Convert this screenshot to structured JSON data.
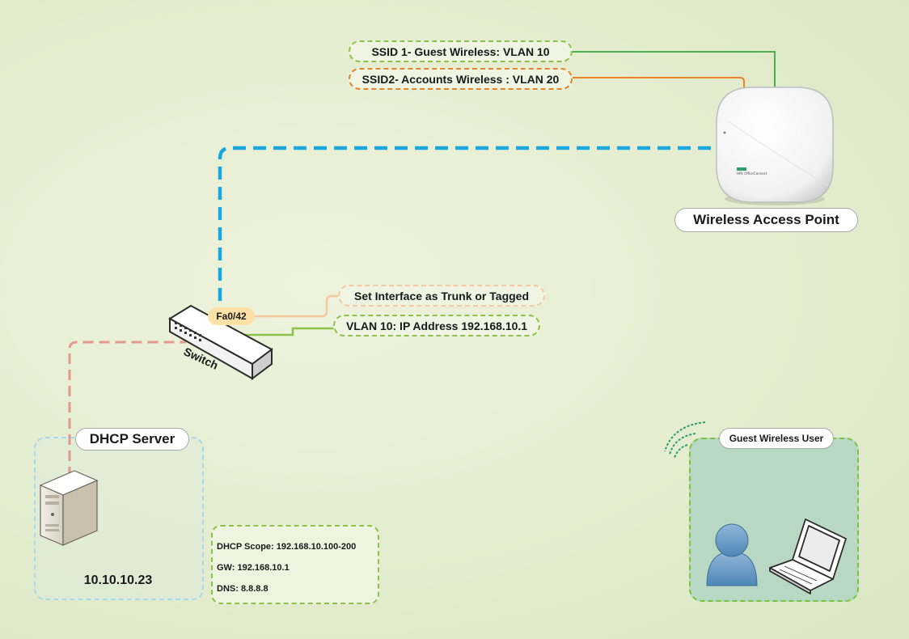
{
  "ssid_labels": {
    "guest": "SSID 1- Guest Wireless: VLAN 10",
    "accounts": "SSID2- Accounts Wireless : VLAN 20"
  },
  "access_point": {
    "label": "Wireless Access Point",
    "device_text": "HPE OfficeConnect"
  },
  "switch": {
    "label": "Switch",
    "port": "Fa0/42",
    "trunk_note": "Set Interface as Trunk or Tagged",
    "vlan_note": "VLAN 10: IP Address 192.168.10.1"
  },
  "dhcp_server": {
    "label": "DHCP Server",
    "ip": "10.10.10.23",
    "scope": "DHCP Scope:  192.168.10.100-200",
    "gateway": "GW: 192.168.10.1",
    "dns": "DNS: 8.8.8.8"
  },
  "guest_user": {
    "label": "Guest Wireless User"
  },
  "colors": {
    "trunk_link": "#1aa7e0",
    "server_link": "#e29a8e",
    "guest_ssid": "#4caf50",
    "accounts_ssid": "#e6832a",
    "green_dash": "#8bc34a",
    "peach": "#f5c9a0"
  },
  "icons": [
    "access-point-icon",
    "switch-icon",
    "server-icon",
    "user-icon",
    "laptop-icon",
    "wifi-signal-icon"
  ]
}
